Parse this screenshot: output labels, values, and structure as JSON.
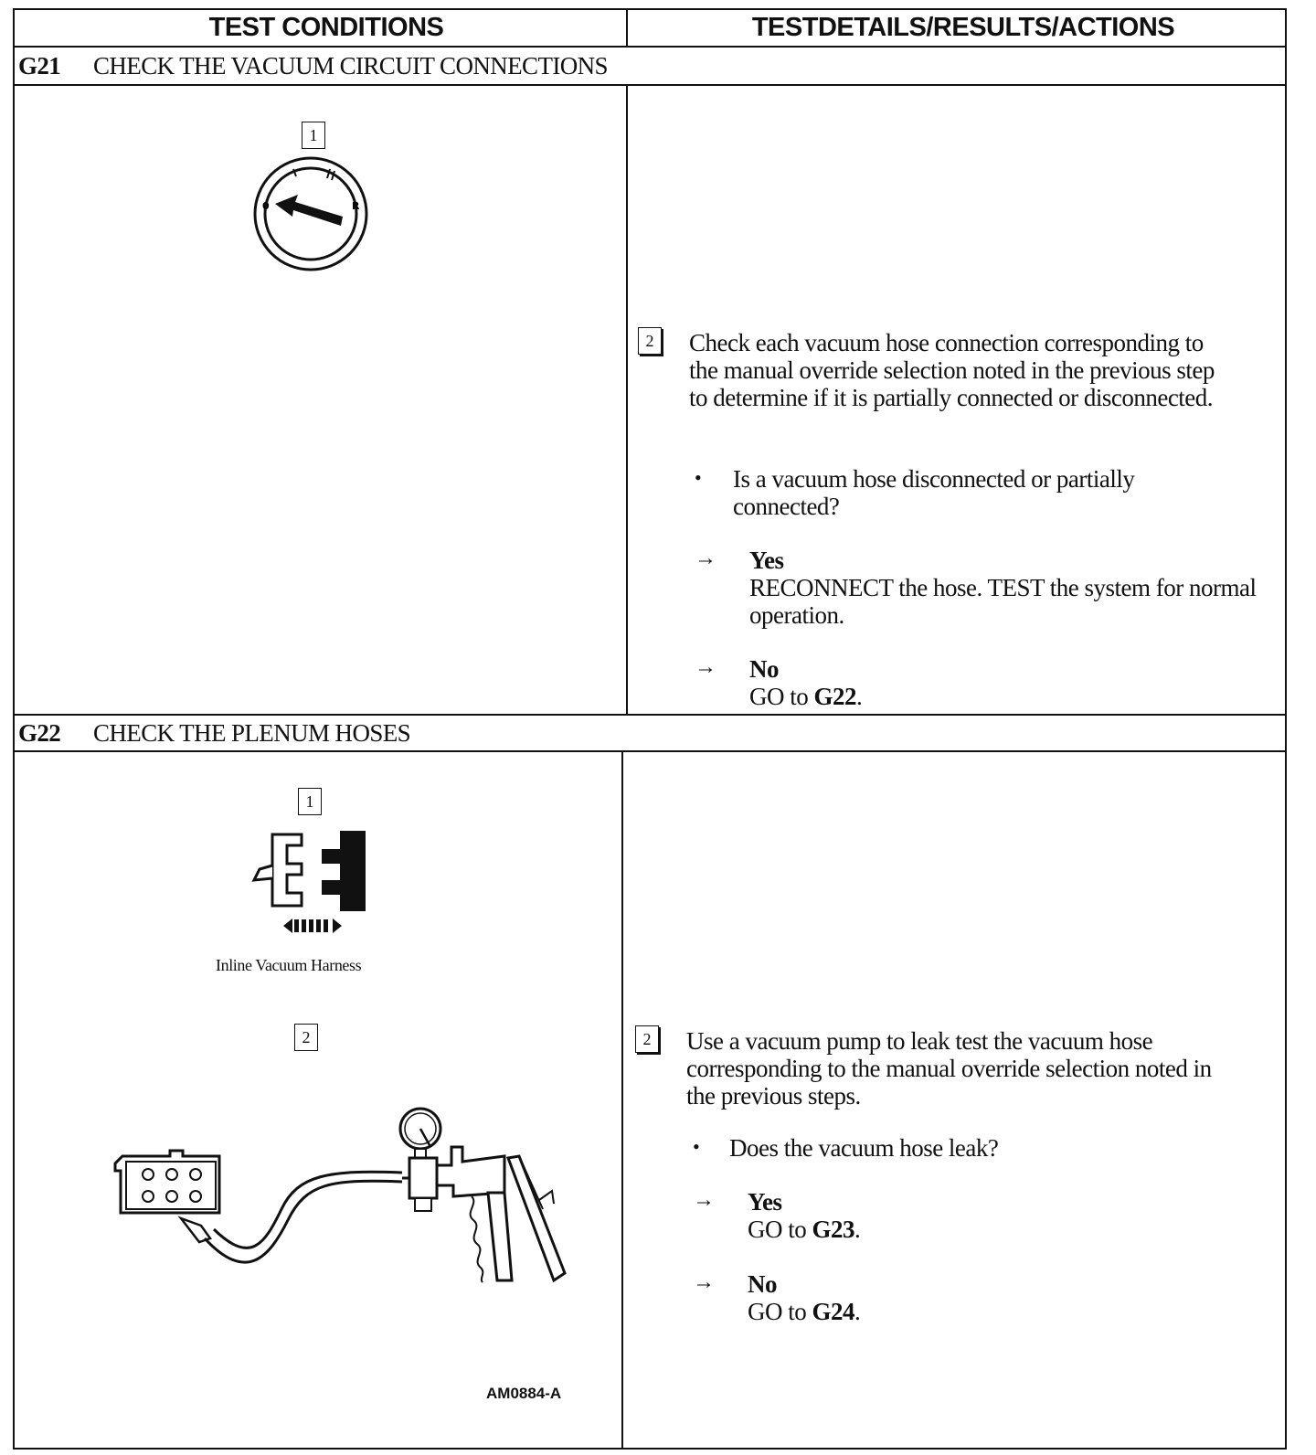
{
  "header": {
    "left": "TEST CONDITIONS",
    "right": "TESTDETAILS/RESULTS/ACTIONS"
  },
  "sections": [
    {
      "id": "G21",
      "title": "CHECK THE VACUUM CIRCUIT CONNECTIONS",
      "step1_label": "1",
      "step2_label": "2",
      "instruction": "Check each vacuum hose connection corresponding to the manual override selection noted in the previous step to determine if it is partially connected or disconnected.",
      "question": "Is a vacuum hose disconnected or partially connected?",
      "yes_label": "Yes",
      "yes_action": "RECONNECT the hose. TEST the system for normal operation.",
      "no_label": "No",
      "no_action_prefix": "GO to",
      "no_action_target": "G22",
      "no_action_suffix": "."
    },
    {
      "id": "G22",
      "title": "CHECK THE PLENUM HOSES",
      "step1_label": "1",
      "step1_caption": "Inline Vacuum Harness",
      "step2_label": "2",
      "instruction": "Use a vacuum pump to leak test the vacuum hose corresponding to the manual override selection noted in the previous steps.",
      "question": "Does the vacuum hose leak?",
      "yes_label": "Yes",
      "yes_action_prefix": "GO to",
      "yes_action_target": "G23",
      "yes_action_suffix": ".",
      "no_label": "No",
      "no_action_prefix": "GO to",
      "no_action_target": "G24",
      "no_action_suffix": ".",
      "figure_code": "AM0884-A"
    }
  ],
  "icons": {
    "dial": "selector-dial-icon",
    "harness": "inline-vacuum-harness-icon",
    "pump": "vacuum-pump-icon",
    "arrow": "right-arrow-icon",
    "bullet": "bullet-icon"
  }
}
